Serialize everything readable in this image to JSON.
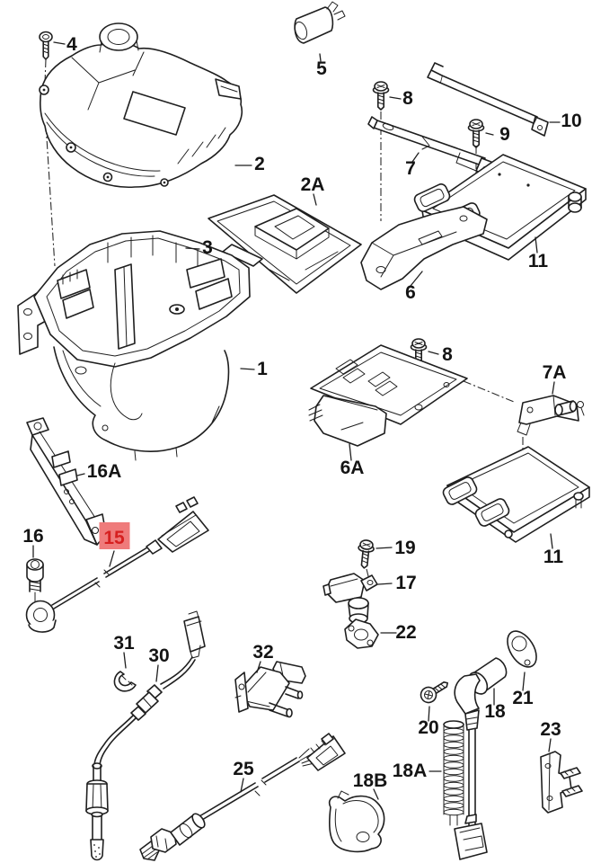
{
  "diagram": {
    "type": "parts-diagram",
    "background_color": "#ffffff",
    "line_color": "#1f1f1f",
    "label_color": "#141414",
    "highlight": {
      "label": "15",
      "bg_color": "#ef7b7b",
      "text_color": "#d62020"
    },
    "callouts": [
      {
        "label": "4",
        "part": "cover-screw"
      },
      {
        "label": "2",
        "part": "housing-cover"
      },
      {
        "label": "5",
        "part": "capsule"
      },
      {
        "label": "8",
        "part": "bracket-screw-upper"
      },
      {
        "label": "9",
        "part": "control-unit-screw"
      },
      {
        "label": "10",
        "part": "retaining-strap"
      },
      {
        "label": "7",
        "part": "support-rail"
      },
      {
        "label": "2A",
        "part": "support-tray"
      },
      {
        "label": "3",
        "part": "hex-nut"
      },
      {
        "label": "11",
        "part": "engine-control-unit-upper"
      },
      {
        "label": "6",
        "part": "mounting-bracket"
      },
      {
        "label": "1",
        "part": "housing-box"
      },
      {
        "label": "8",
        "part": "bracket-screw-lower"
      },
      {
        "label": "7A",
        "part": "small-bracket"
      },
      {
        "label": "6A",
        "part": "bracket-plate-with-module"
      },
      {
        "label": "11",
        "part": "engine-control-unit-lower"
      },
      {
        "label": "16A",
        "part": "sensor-bracket"
      },
      {
        "label": "16",
        "part": "knock-sensor-bolt"
      },
      {
        "label": "15",
        "part": "knock-sensor",
        "highlighted": true
      },
      {
        "label": "19",
        "part": "sensor-screw"
      },
      {
        "label": "17",
        "part": "camshaft-position-sensor"
      },
      {
        "label": "22",
        "part": "seal-plate"
      },
      {
        "label": "31",
        "part": "retaining-clip"
      },
      {
        "label": "30",
        "part": "exhaust-temperature-sensor"
      },
      {
        "label": "32",
        "part": "pressure-valve"
      },
      {
        "label": "21",
        "part": "sensor-flange-seal"
      },
      {
        "label": "18",
        "part": "crankshaft-position-sensor"
      },
      {
        "label": "20",
        "part": "sensor-bolt"
      },
      {
        "label": "25",
        "part": "lambda-sensor"
      },
      {
        "label": "18B",
        "part": "rubber-grommet"
      },
      {
        "label": "18A",
        "part": "protective-sleeve"
      },
      {
        "label": "23",
        "part": "retaining-bracket"
      }
    ]
  }
}
